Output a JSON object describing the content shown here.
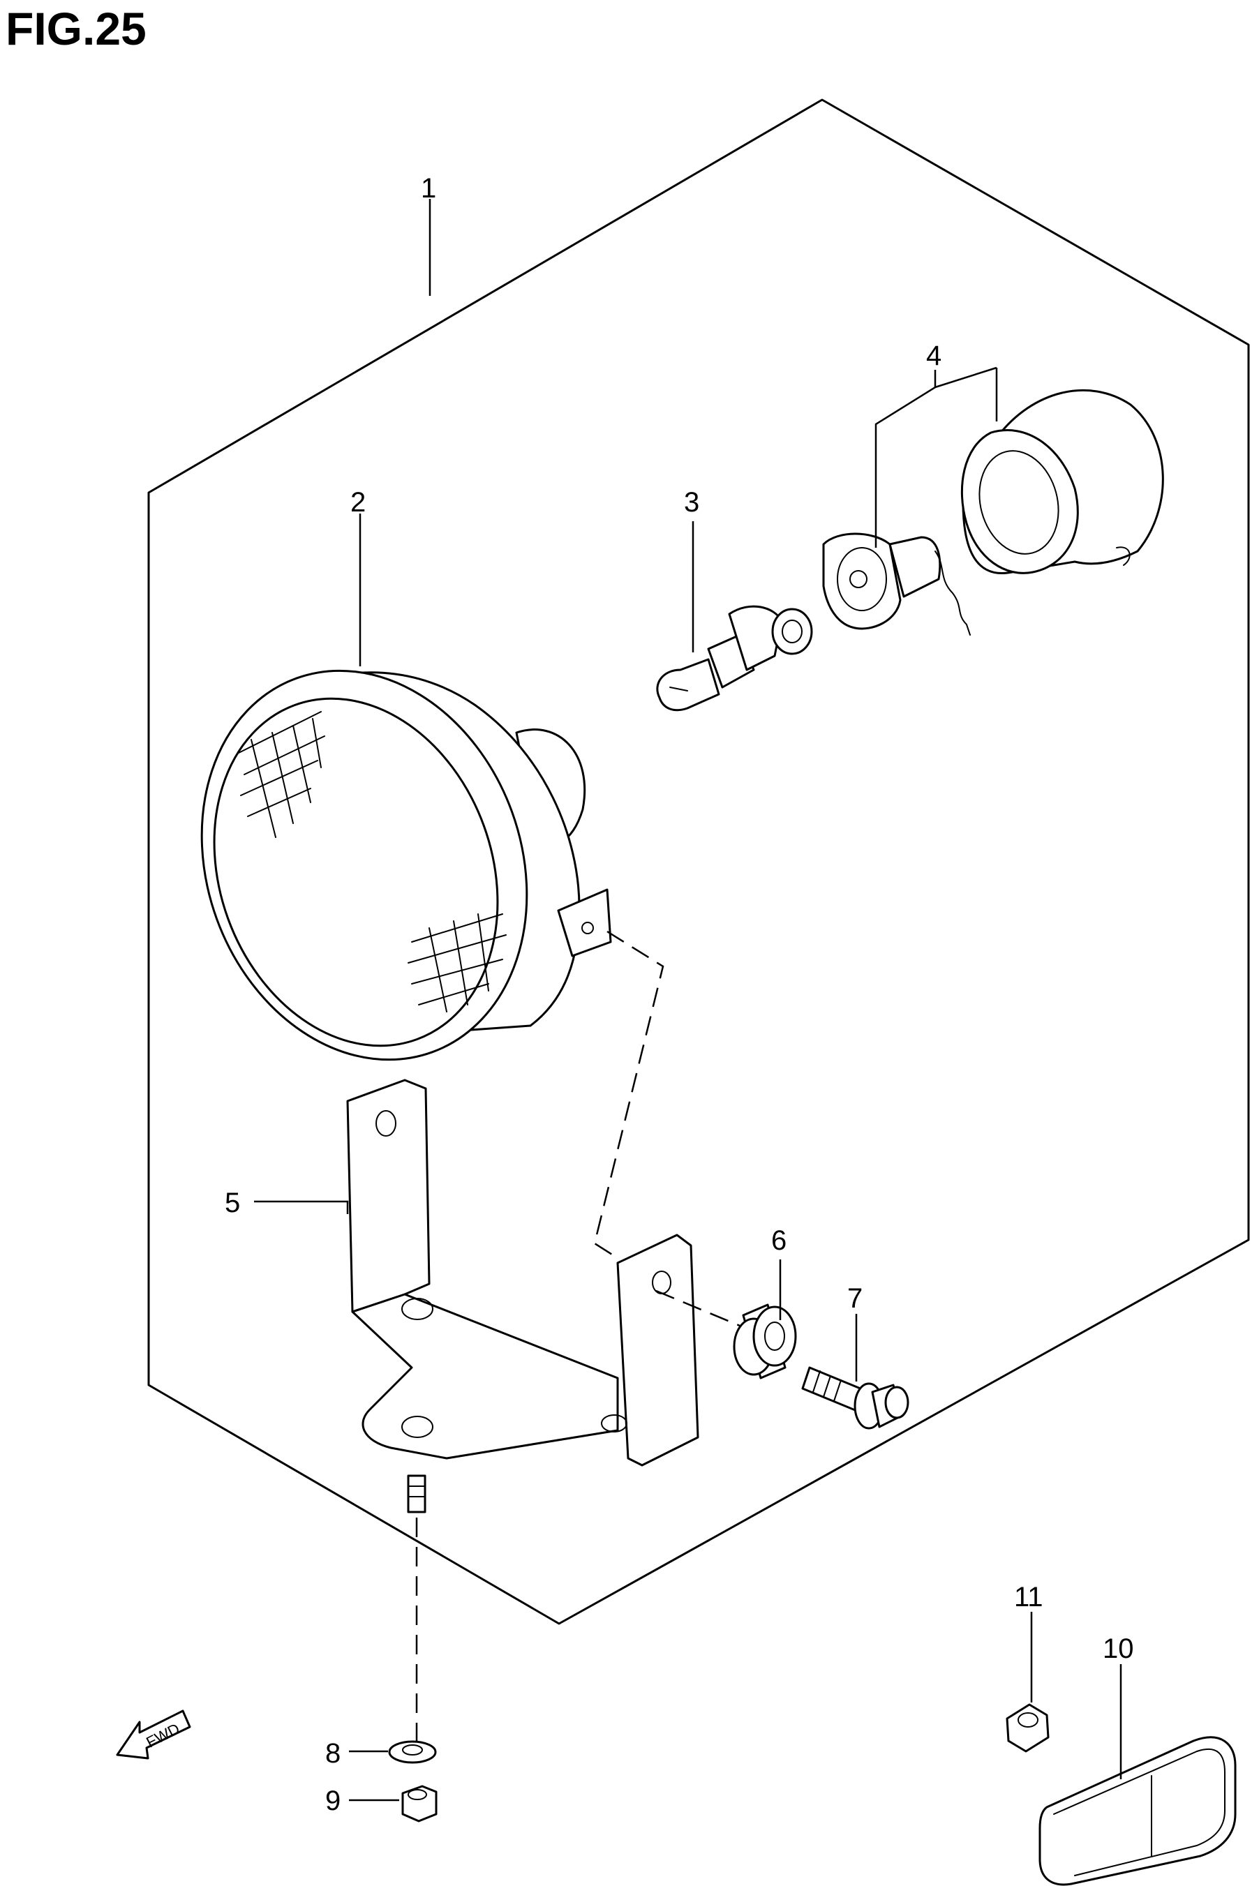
{
  "figure": {
    "title": "FIG.25"
  },
  "callouts": [
    {
      "id": "1",
      "label": "1"
    },
    {
      "id": "2",
      "label": "2"
    },
    {
      "id": "3",
      "label": "3"
    },
    {
      "id": "4",
      "label": "4"
    },
    {
      "id": "5",
      "label": "5"
    },
    {
      "id": "6",
      "label": "6"
    },
    {
      "id": "7",
      "label": "7"
    },
    {
      "id": "8",
      "label": "8"
    },
    {
      "id": "9",
      "label": "9"
    },
    {
      "id": "10",
      "label": "10"
    },
    {
      "id": "11",
      "label": "11"
    }
  ],
  "direction_marker": {
    "label": "FWD",
    "icon": "arrow-left-icon"
  }
}
